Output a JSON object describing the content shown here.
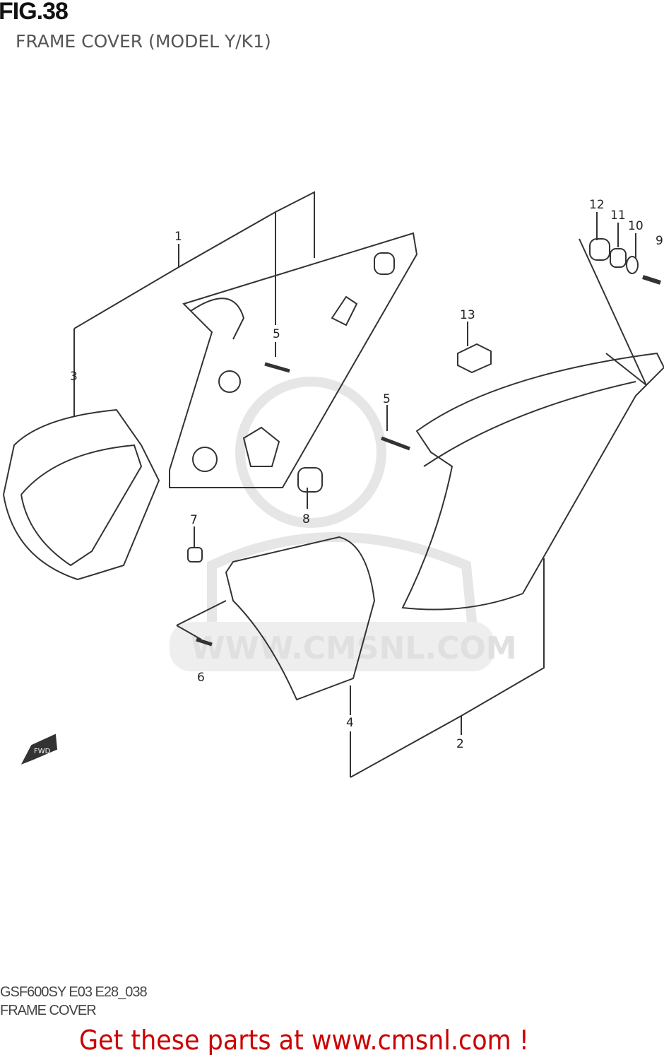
{
  "header": {
    "figure": "FIG.38",
    "title": "FRAME COVER (MODEL Y/K1)"
  },
  "diagram": {
    "callouts": [
      "1",
      "2",
      "3",
      "4",
      "5",
      "5",
      "6",
      "7",
      "8",
      "9",
      "10",
      "11",
      "12",
      "13"
    ],
    "direction_marker": "FWD",
    "watermark": "WWW.CMSNL.COM",
    "line_color": "#333333",
    "watermark_color": "#e6e6e6"
  },
  "footer": {
    "code": "GSF600SY E03 E28_038",
    "name": "FRAME COVER",
    "promo": "Get these parts at www.cmsnl.com !",
    "promo_color": "#cc0000"
  }
}
